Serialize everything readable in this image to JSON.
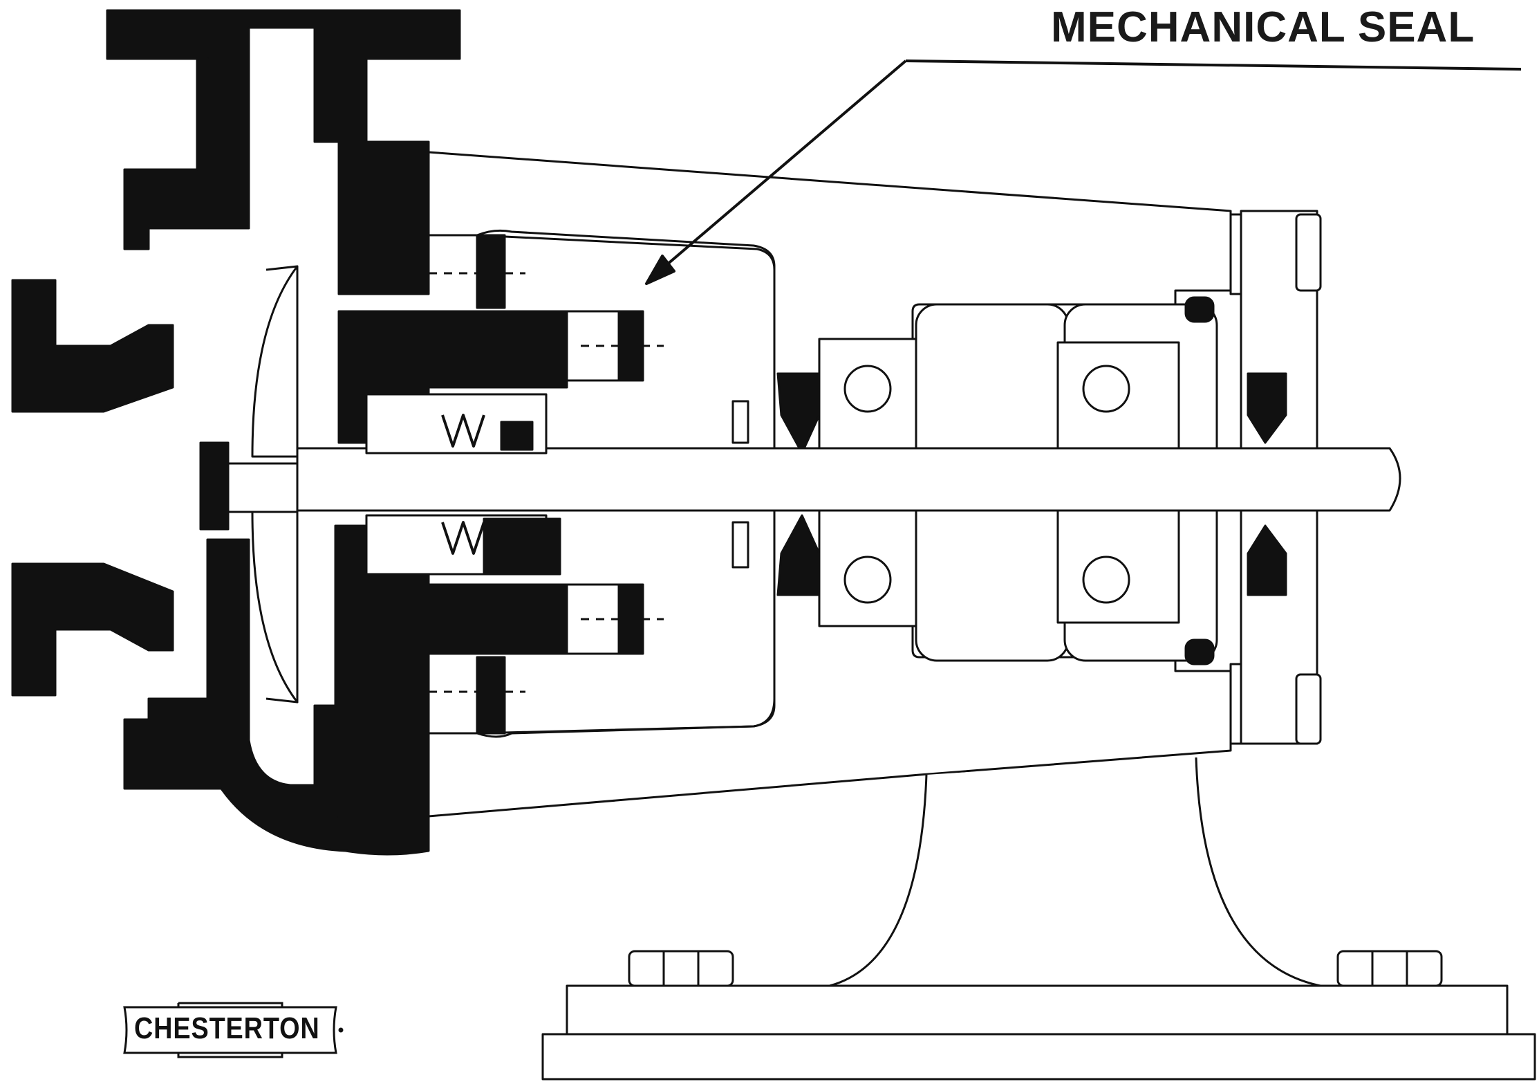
{
  "callout": {
    "label": "MECHANICAL SEAL"
  },
  "logo": {
    "text": "CHESTERTON"
  },
  "colors": {
    "ink": "#111111",
    "paper": "#ffffff"
  },
  "components": [
    "pump-casing",
    "impeller",
    "shaft",
    "mechanical-seal",
    "seal-spring",
    "bearing-housing",
    "ball-bearing",
    "lip-seal",
    "end-cover",
    "hex-bolt",
    "pedestal-base"
  ]
}
